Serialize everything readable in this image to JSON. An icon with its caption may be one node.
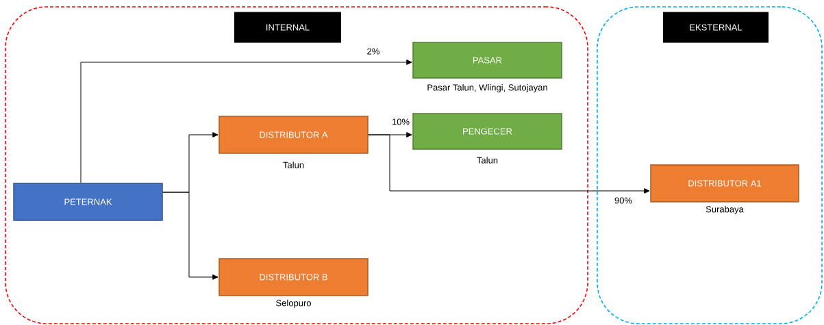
{
  "diagram": {
    "nodes": [
      {
        "text": [
          "INTERNAL"
        ]
      },
      {
        "text": [
          "PASAR"
        ],
        "in": 0,
        "beside": [
          "Pasar Talun, Wlingi, Sutojayan"
        ]
      },
      {
        "text": [
          "DISTRIBUTOR A"
        ],
        "in": 0,
        "beside": [
          "Talun"
        ]
      },
      {
        "text": [
          "PENGECER"
        ],
        "in": 0,
        "beside": [
          "Talun"
        ]
      },
      {
        "text": [
          "PETERNAK"
        ],
        "in": 0
      },
      {
        "text": [
          "DISTRIBUTOR B"
        ],
        "in": 0,
        "beside": [
          "Selopuro"
        ]
      },
      {
        "text": [
          "EKSTERNAL"
        ]
      },
      {
        "text": [
          "DISTRIBUTOR A1"
        ],
        "in": 6,
        "beside": [
          "Surabaya"
        ]
      }
    ],
    "edges": [
      {
        "from": 4,
        "to": 1,
        "arrow": "to",
        "label": "2%"
      },
      {
        "from": 4,
        "to": 2,
        "arrow": "to"
      },
      {
        "from": 4,
        "to": 5,
        "arrow": "to"
      },
      {
        "from": 2,
        "to": 3,
        "arrow": "to",
        "label": "10%"
      },
      {
        "from": 2,
        "to": 7,
        "arrow": "to",
        "label": "90%"
      }
    ]
  }
}
